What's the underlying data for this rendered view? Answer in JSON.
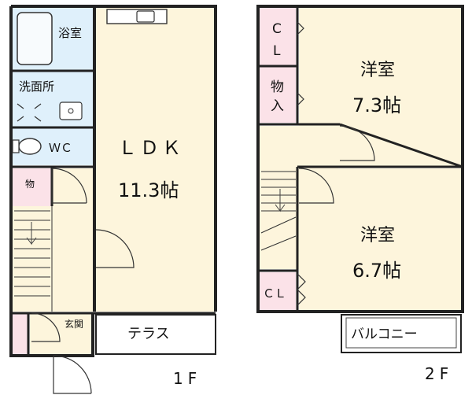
{
  "floor1": {
    "bath": "浴室",
    "washroom": "洗面所",
    "wc": "ＷＣ",
    "storage": "物",
    "ldk": "ＬＤＫ",
    "ldk_size": "11.3帖",
    "entrance": "玄関",
    "terrace": "テラス",
    "floor_label": "1F"
  },
  "floor2": {
    "closet_top_1": "C",
    "closet_top_2": "L",
    "storage_1": "物",
    "storage_2": "入",
    "room1": "洋室",
    "room1_size": "7.3帖",
    "room2": "洋室",
    "room2_size": "6.7帖",
    "closet_bottom": "ＣＬ",
    "balcony": "バルコニー",
    "floor_label": "2F"
  },
  "colors": {
    "wet_area": "#dff0fb",
    "living": "#fdf5dc",
    "closet": "#fbe2e8",
    "wall": "#222222",
    "exterior": "#ffffff"
  }
}
